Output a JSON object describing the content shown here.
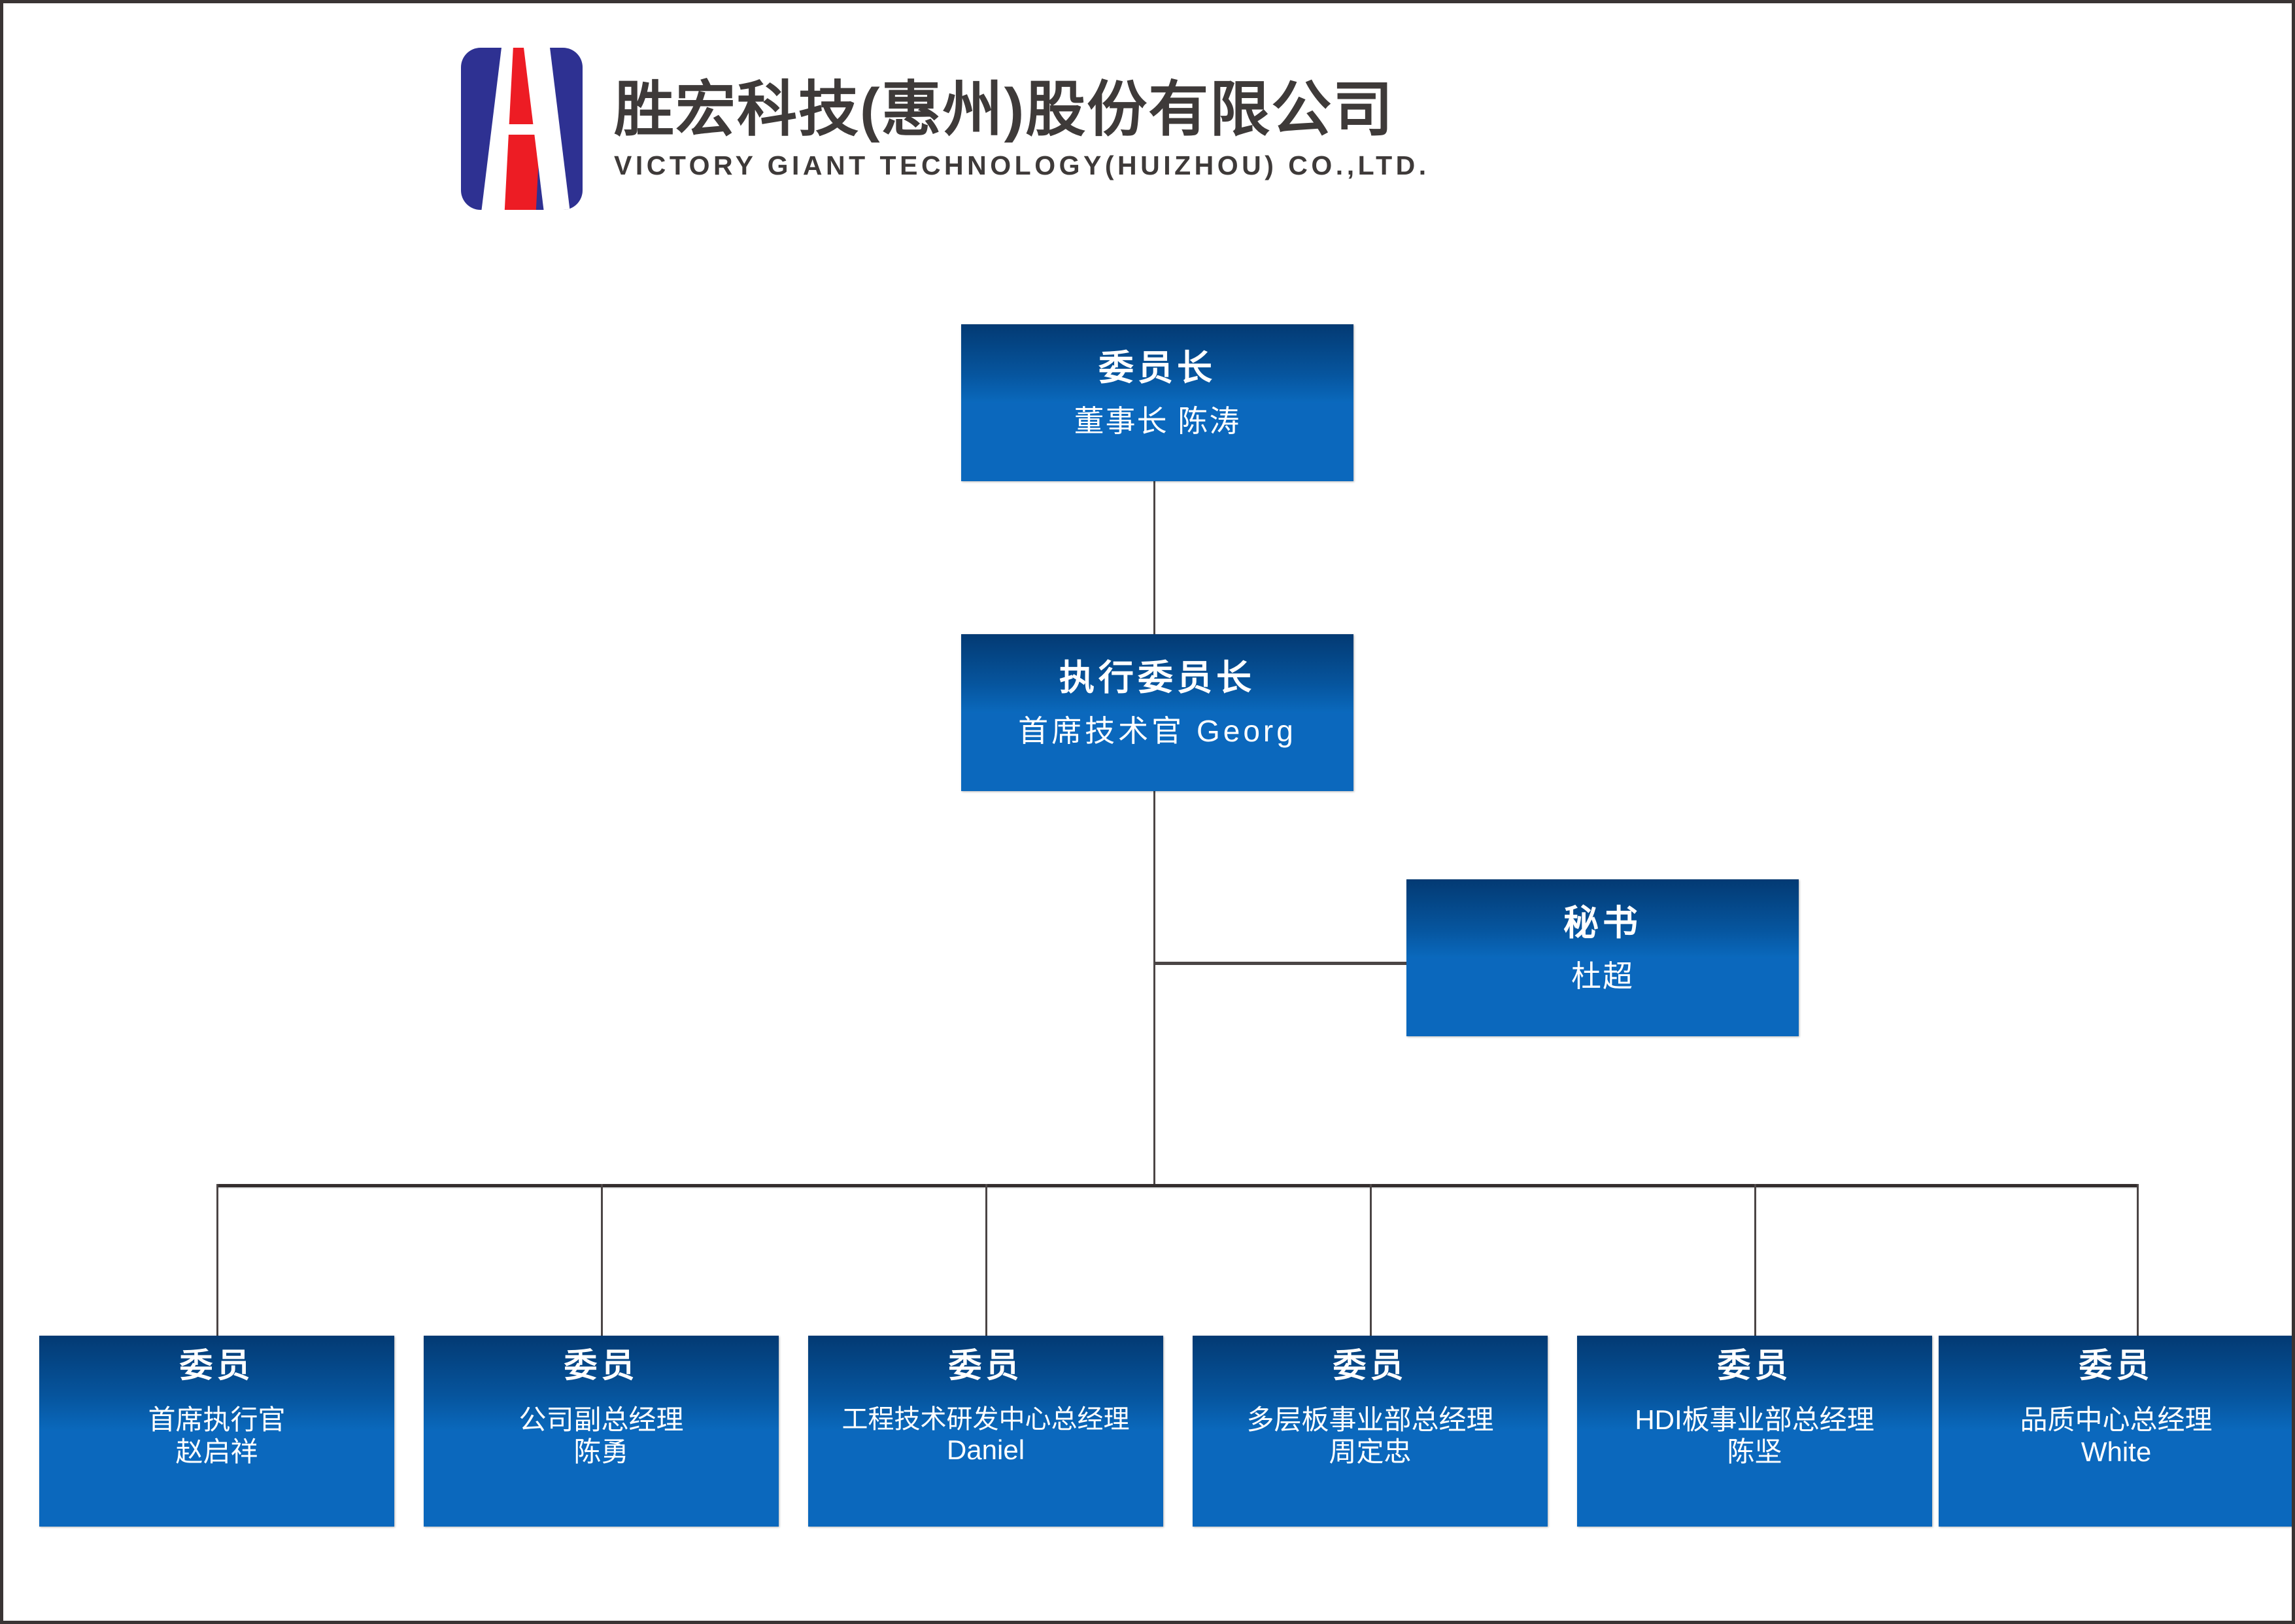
{
  "header": {
    "logo_icon": "victory-giant-logo-icon",
    "company_name_cn": "胜宏科技(惠州)股份有限公司",
    "company_name_en": "VICTORY GIANT TECHNOLOGY(HUIZHOU) CO.,LTD.",
    "brand_blue": "#2e3192",
    "brand_red": "#ed1c24",
    "text_gray": "#3e3a39"
  },
  "chart": {
    "type": "org-chart",
    "node_fill_top": "#033a73",
    "node_fill_bottom": "#0b68bd",
    "node_text_color": "#ffffff",
    "connector_color": "#332d2d",
    "chairman": {
      "title": "委员长",
      "sub1": "董事长 陈涛",
      "sub2": ""
    },
    "executive": {
      "title": "执行委员长",
      "sub1": "首席技术官 Georg",
      "sub2": ""
    },
    "secretary": {
      "title": "秘书",
      "sub1": "杜超",
      "sub2": ""
    },
    "members": [
      {
        "title": "委员",
        "sub1": "首席执行官",
        "sub2": "赵启祥"
      },
      {
        "title": "委员",
        "sub1": "公司副总经理",
        "sub2": "陈勇"
      },
      {
        "title": "委员",
        "sub1": "工程技术研发中心总经理",
        "sub2": "Daniel"
      },
      {
        "title": "委员",
        "sub1": "多层板事业部总经理",
        "sub2": "周定忠"
      },
      {
        "title": "委员",
        "sub1": "HDI板事业部总经理",
        "sub2": "陈坚"
      },
      {
        "title": "委员",
        "sub1": "品质中心总经理",
        "sub2": "White"
      }
    ]
  }
}
